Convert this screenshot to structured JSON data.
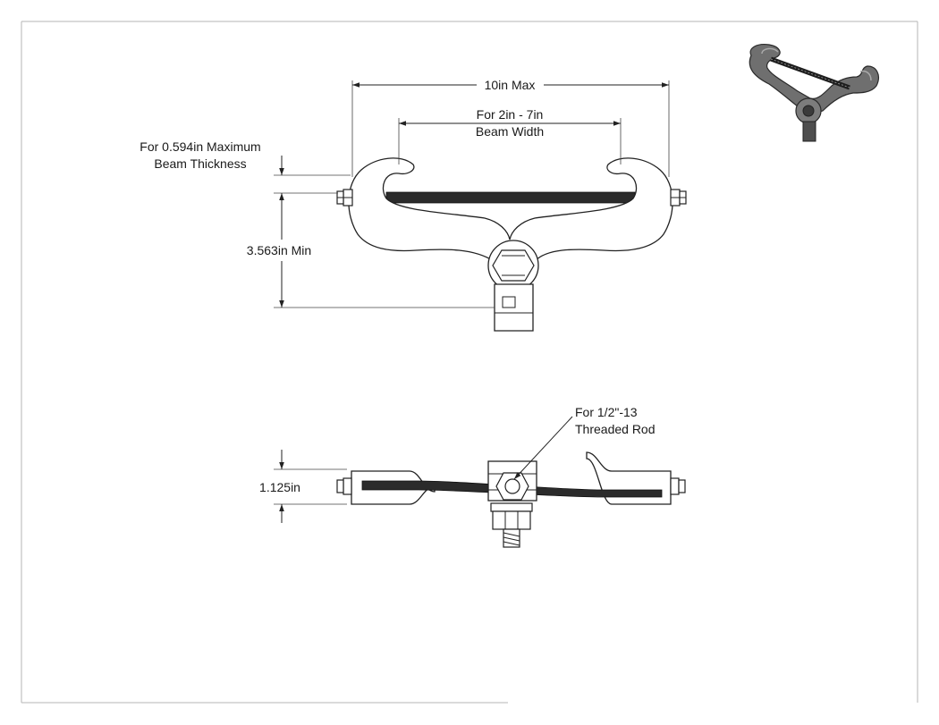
{
  "drawing": {
    "dimension_labels": {
      "overall_width": "10in Max",
      "beam_width_line1": "For 2in - 7in",
      "beam_width_line2": "Beam Width",
      "beam_thickness_line1": "For 0.594in Maximum",
      "beam_thickness_line2": "Beam Thickness",
      "min_height": "3.563in Min",
      "body_thickness": "1.125in",
      "rod_line1": "For 1/2\"-13",
      "rod_line2": "Threaded Rod"
    },
    "colors": {
      "line": "#222222",
      "rod_fill": "#2b2b2b",
      "border": "#b5b5b5"
    }
  }
}
